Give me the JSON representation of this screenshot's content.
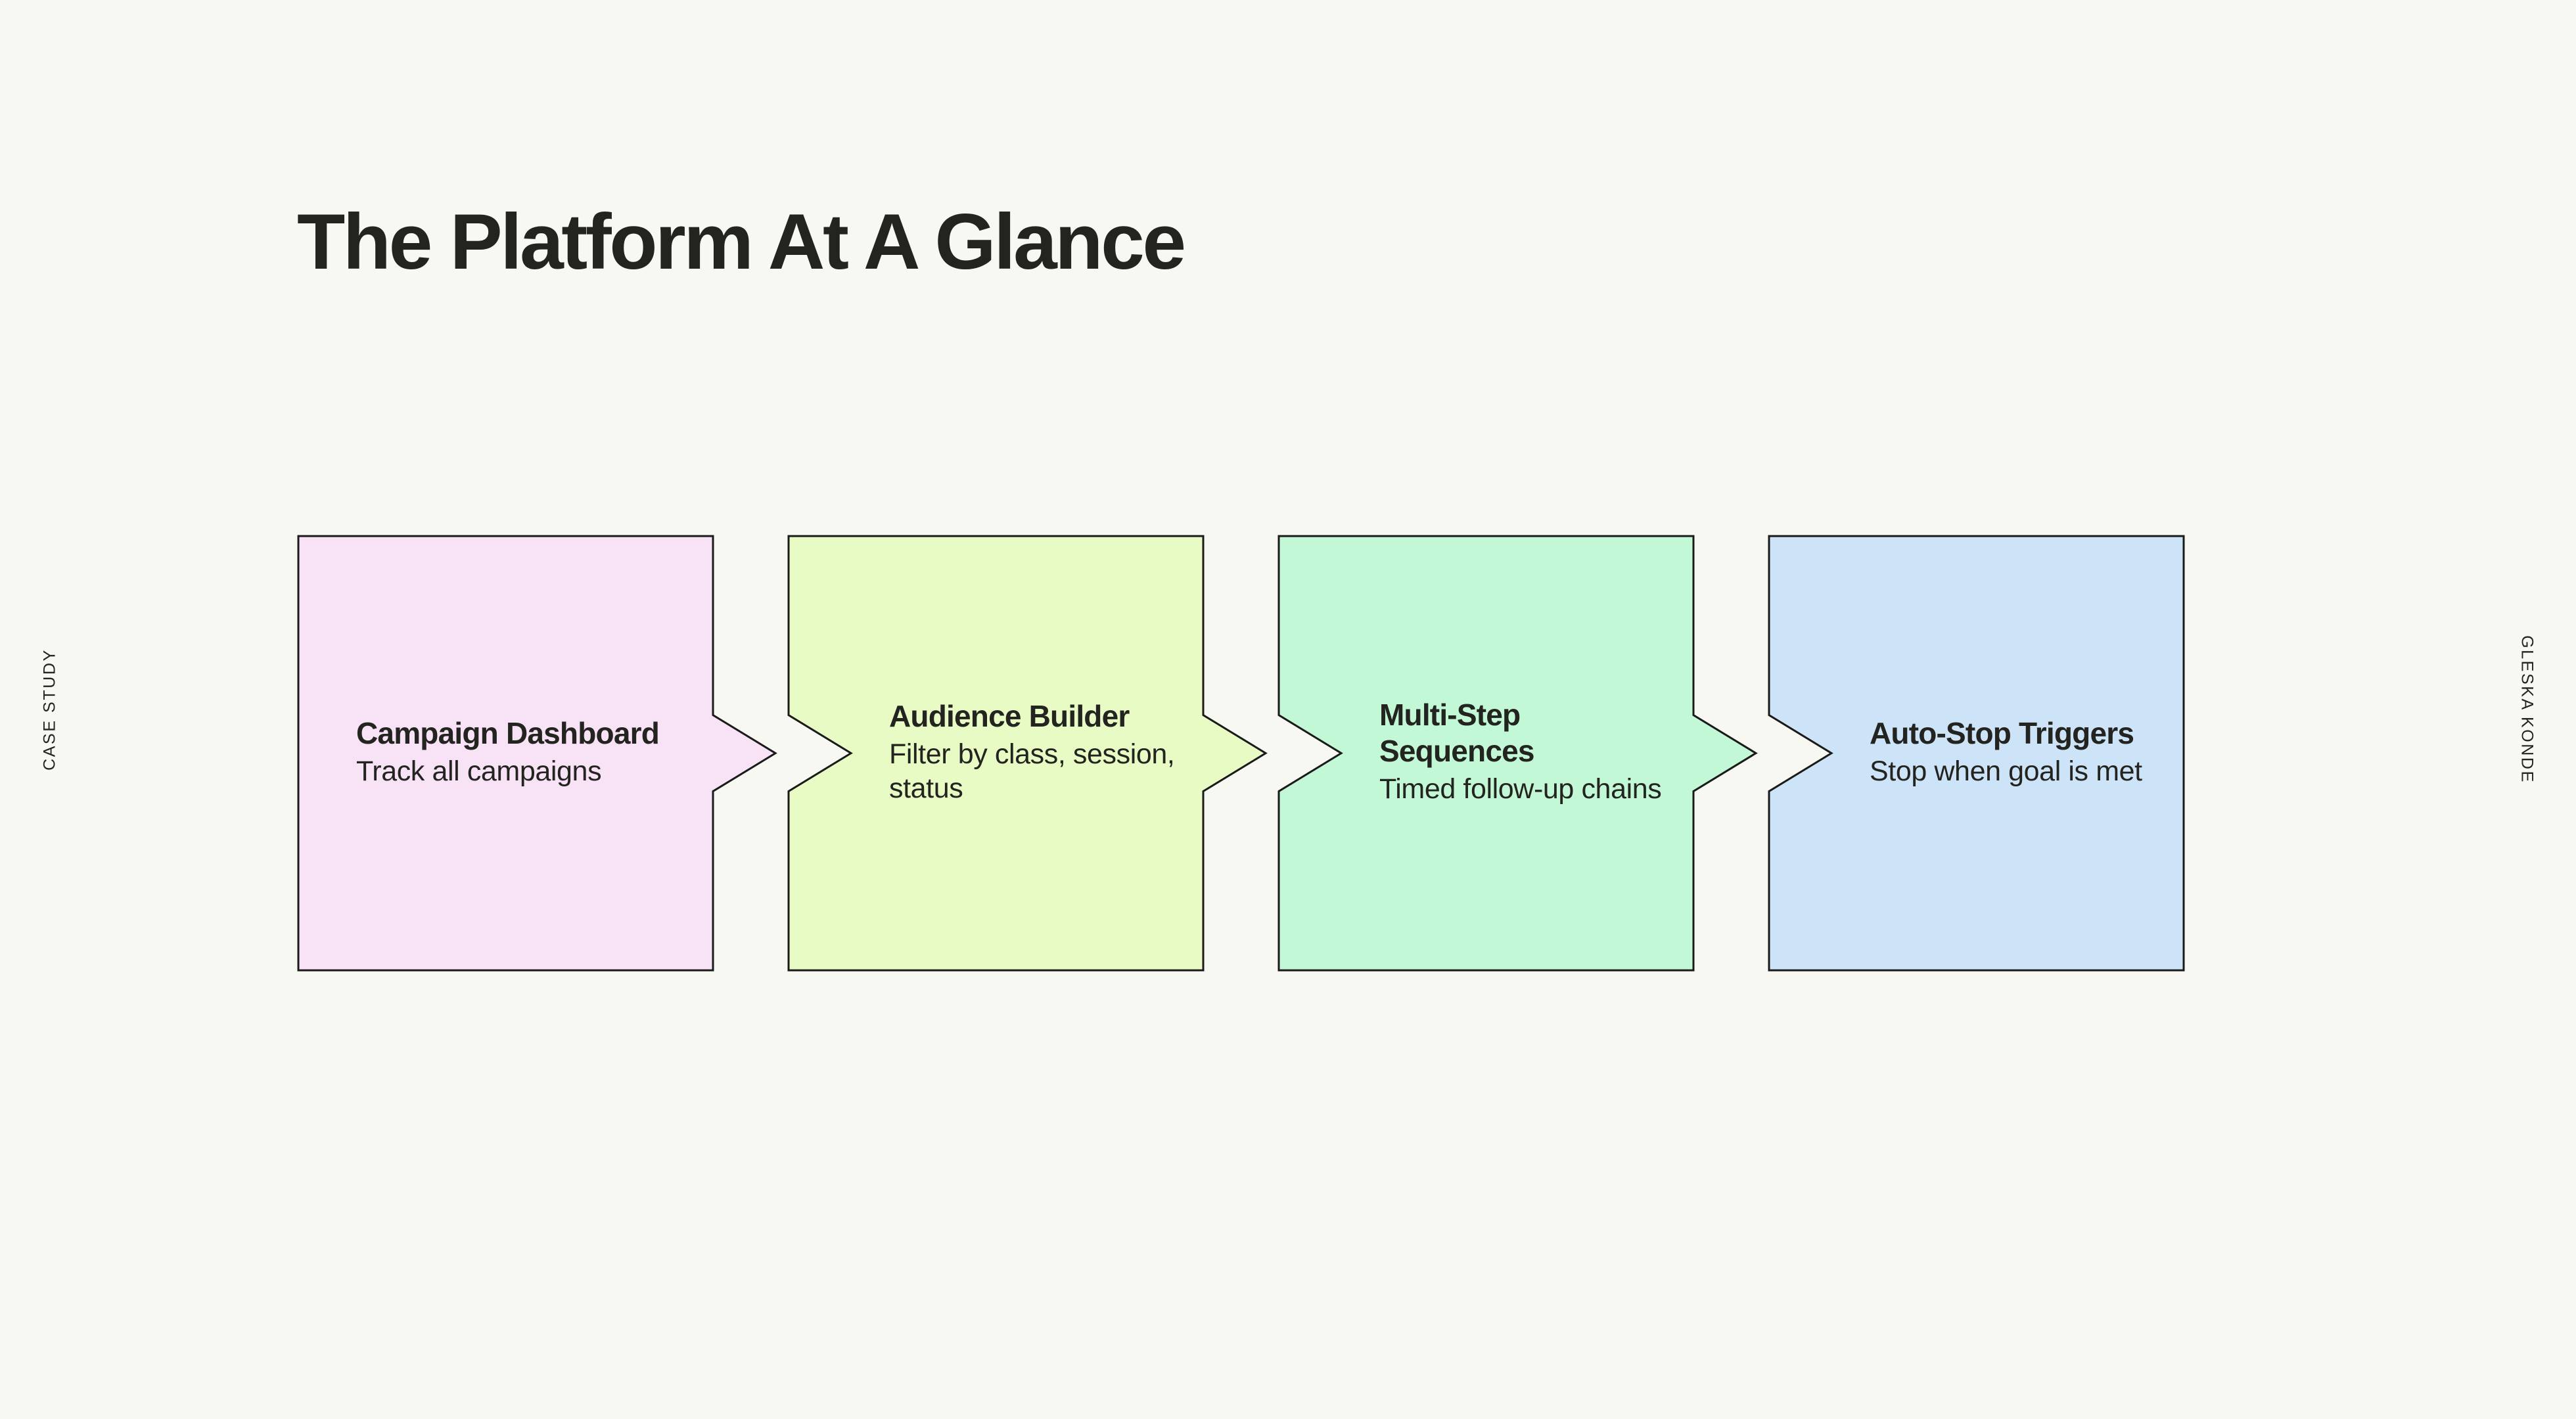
{
  "page": {
    "title": "The Platform At A Glance",
    "background_color": "#F8F8F2",
    "ink_color": "#23231F"
  },
  "side_labels": {
    "left": "CASE STUDY",
    "right": "GLESKA KONDE"
  },
  "flow": {
    "steps": [
      {
        "title": "Campaign Dashboard",
        "description": "Track all campaigns",
        "fill": "#F8E2F6",
        "stroke": "#1A1A1A"
      },
      {
        "title": "Audience Builder",
        "description": "Filter by class, session, status",
        "fill": "#E9FBC5",
        "stroke": "#1A1A1A"
      },
      {
        "title": "Multi-Step Sequences",
        "description": "Timed follow-up chains",
        "fill": "#C2F8D6",
        "stroke": "#1A1A1A"
      },
      {
        "title": "Auto-Stop Triggers",
        "description": "Stop when goal is met",
        "fill": "#CDE3F7",
        "stroke": "#1A1A1A"
      }
    ]
  }
}
